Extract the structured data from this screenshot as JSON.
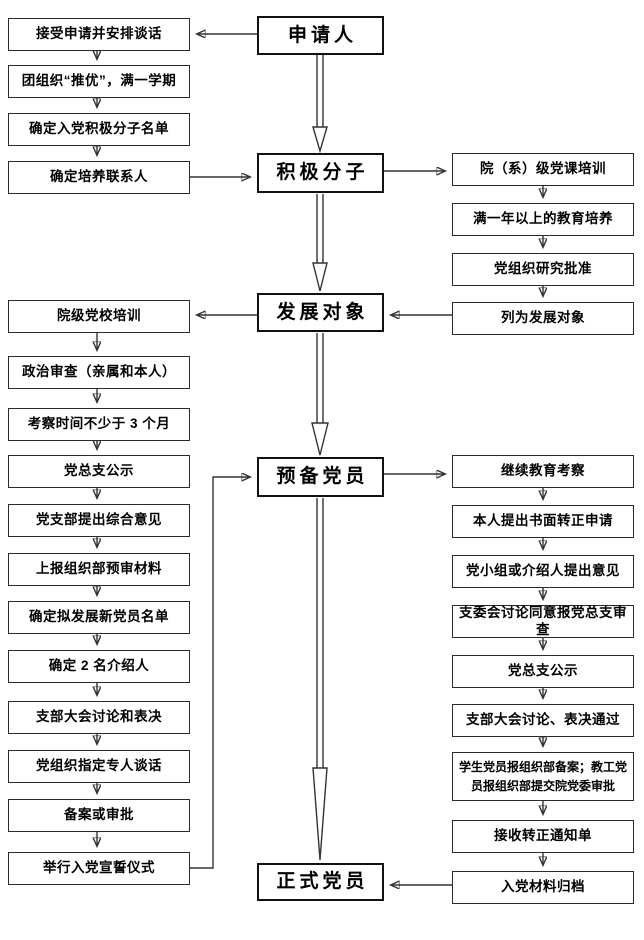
{
  "stages": {
    "applicant": "申请人",
    "activist": "积极分子",
    "development_target": "发展对象",
    "probationary_member": "预备党员",
    "full_member": "正式党员"
  },
  "steps": {
    "left_top": [
      "接受申请并安排谈话",
      "团组织“推优”，满一学期",
      "确定入党积极分子名单",
      "确定培养联系人"
    ],
    "right_top": [
      "院（系）级党课培训",
      "满一年以上的教育培养",
      "党组织研究批准",
      "列为发展对象"
    ],
    "left_bottom": [
      "院级党校培训",
      "政治审查（亲属和本人）",
      "考察时间不少于 3 个月",
      "党总支公示",
      "党支部提出综合意见",
      "上报组织部预审材料",
      "确定拟发展新党员名单",
      "确定 2 名介绍人",
      "支部大会讨论和表决",
      "党组织指定专人谈话",
      "备案或审批",
      "举行入党宣誓仪式"
    ],
    "right_bottom": [
      "继续教育考察",
      "本人提出书面转正申请",
      "党小组或介绍人提出意见",
      "支委会讨论同意报党总支审查",
      "党总支公示",
      "支部大会讨论、表决通过",
      "学生党员报组织部备案；教工党员报组织部提交院党委审批",
      "接收转正通知单",
      "入党材料归档"
    ]
  },
  "colors": {
    "background": "#ffffff",
    "line": "#333333",
    "box_border": "#2a2a2a",
    "text": "#000000"
  }
}
